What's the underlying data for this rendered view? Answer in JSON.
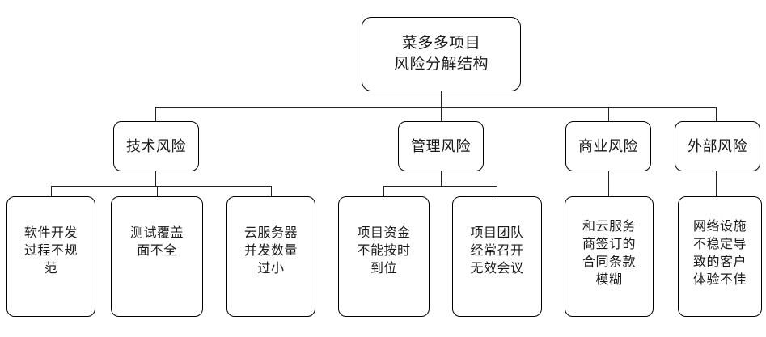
{
  "diagram": {
    "type": "risk-breakdown-structure",
    "root": {
      "id": "root",
      "label": "菜多多项目\n风险分解结构"
    },
    "branches": [
      {
        "id": "technical",
        "label": "技术风险"
      },
      {
        "id": "management",
        "label": "管理风险"
      },
      {
        "id": "business",
        "label": "商业风险"
      },
      {
        "id": "external",
        "label": "外部风险"
      }
    ],
    "leaves": [
      {
        "id": "leaf-1",
        "parent": "technical",
        "label": "软件开发\n过程不规\n范"
      },
      {
        "id": "leaf-2",
        "parent": "technical",
        "label": "测试覆盖\n面不全"
      },
      {
        "id": "leaf-3",
        "parent": "technical",
        "label": "云服务器\n并发数量\n过小"
      },
      {
        "id": "leaf-4",
        "parent": "management",
        "label": "项目资金\n不能按时\n到位"
      },
      {
        "id": "leaf-5",
        "parent": "management",
        "label": "项目团队\n经常召开\n无效会议"
      },
      {
        "id": "leaf-6",
        "parent": "business",
        "label": "和云服务\n商签订的\n合同条款\n模糊"
      },
      {
        "id": "leaf-7",
        "parent": "external",
        "label": "网络设施\n不稳定导\n致的客户\n体验不佳"
      }
    ],
    "colors": {
      "stroke": "#222222",
      "node_border": "#000000",
      "node_fill": "#ffffff",
      "text": "#1a1a1a"
    }
  }
}
